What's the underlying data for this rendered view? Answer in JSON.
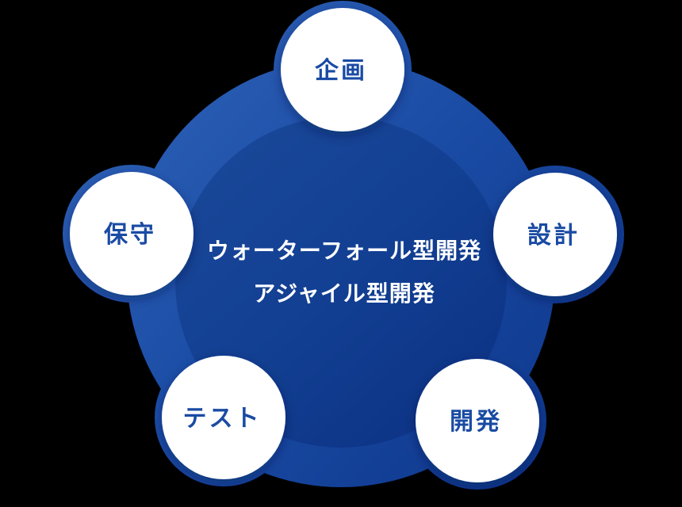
{
  "center": {
    "line1": "ウォーターフォール型開発",
    "line2": "アジャイル型開発"
  },
  "nodes": [
    {
      "id": "planning",
      "label": "企画"
    },
    {
      "id": "design",
      "label": "設計"
    },
    {
      "id": "development",
      "label": "開発"
    },
    {
      "id": "test",
      "label": "テスト"
    },
    {
      "id": "maintenance",
      "label": "保守"
    }
  ],
  "colors": {
    "background": "#000000",
    "blob_light": "#2f62b8",
    "blob_mid": "#1b4da6",
    "blob_dark": "#0c3489",
    "inner_top": "#1a4899",
    "inner_mid": "#123f92",
    "inner_bottom": "#0c3183",
    "node_fill": "#ffffff",
    "node_label": "#1a4ba3",
    "center_text": "#ffffff"
  }
}
